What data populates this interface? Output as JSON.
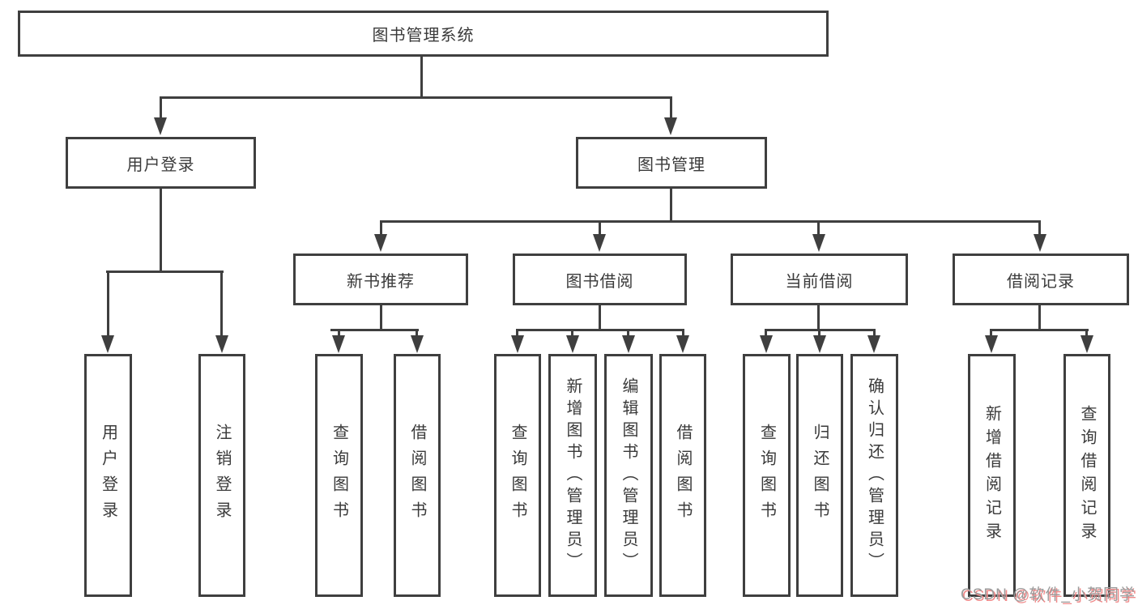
{
  "diagram": {
    "system": "图书管理系统",
    "modules": {
      "user_login": {
        "label": "用户登录",
        "children": [
          "用户登录",
          "注销登录"
        ]
      },
      "book_management": {
        "label": "图书管理",
        "submodules": {
          "new_book_recommend": {
            "label": "新书推荐",
            "children": [
              "查询图书",
              "借阅图书"
            ]
          },
          "book_borrow": {
            "label": "图书借阅",
            "children": [
              "查询图书",
              "新增图书（管理员）",
              "编辑图书（管理员）",
              "借阅图书"
            ]
          },
          "current_borrow": {
            "label": "当前借阅",
            "children": [
              "查询图书",
              "归还图书",
              "确认归还（管理员）"
            ]
          },
          "borrow_records": {
            "label": "借阅记录",
            "children": [
              "新增借阅记录",
              "查询借阅记录"
            ]
          }
        }
      }
    }
  },
  "watermark": {
    "text": "CSDN @软件_小贺同学"
  },
  "colors": {
    "line": "#3f3f3f",
    "text": "#3a3a3a",
    "bg": "#ffffff",
    "watermark": "#9b9b9b",
    "watermark_shadow": "#f08a8a"
  }
}
